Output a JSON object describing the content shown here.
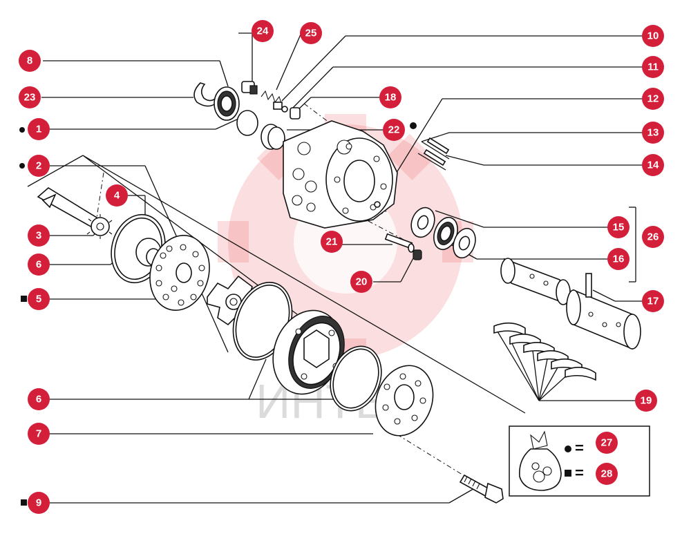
{
  "callouts": [
    {
      "id": "c8",
      "label": "8"
    },
    {
      "id": "c23",
      "label": "23"
    },
    {
      "id": "c1",
      "label": "1"
    },
    {
      "id": "c2",
      "label": "2"
    },
    {
      "id": "c3",
      "label": "3"
    },
    {
      "id": "c4",
      "label": "4"
    },
    {
      "id": "c6a",
      "label": "6"
    },
    {
      "id": "c5",
      "label": "5"
    },
    {
      "id": "c6b",
      "label": "6"
    },
    {
      "id": "c7",
      "label": "7"
    },
    {
      "id": "c9",
      "label": "9"
    },
    {
      "id": "c24",
      "label": "24"
    },
    {
      "id": "c25",
      "label": "25"
    },
    {
      "id": "c10",
      "label": "10"
    },
    {
      "id": "c11",
      "label": "11"
    },
    {
      "id": "c18",
      "label": "18"
    },
    {
      "id": "c12",
      "label": "12"
    },
    {
      "id": "c22",
      "label": "22"
    },
    {
      "id": "c13",
      "label": "13"
    },
    {
      "id": "c14",
      "label": "14"
    },
    {
      "id": "c15",
      "label": "15"
    },
    {
      "id": "c26",
      "label": "26"
    },
    {
      "id": "c16",
      "label": "16"
    },
    {
      "id": "c21",
      "label": "21"
    },
    {
      "id": "c20",
      "label": "20"
    },
    {
      "id": "c17",
      "label": "17"
    },
    {
      "id": "c19",
      "label": "19"
    },
    {
      "id": "c27",
      "label": "27"
    },
    {
      "id": "c28",
      "label": "28"
    }
  ],
  "legend": {
    "equals": "=",
    "kit_circle_marker": "circle",
    "kit_square_marker": "square"
  },
  "watermark": {
    "text": "ИНТЕХ",
    "color": "#e8474f"
  },
  "colors": {
    "callout": "#d41f3a",
    "line": "#111111"
  }
}
